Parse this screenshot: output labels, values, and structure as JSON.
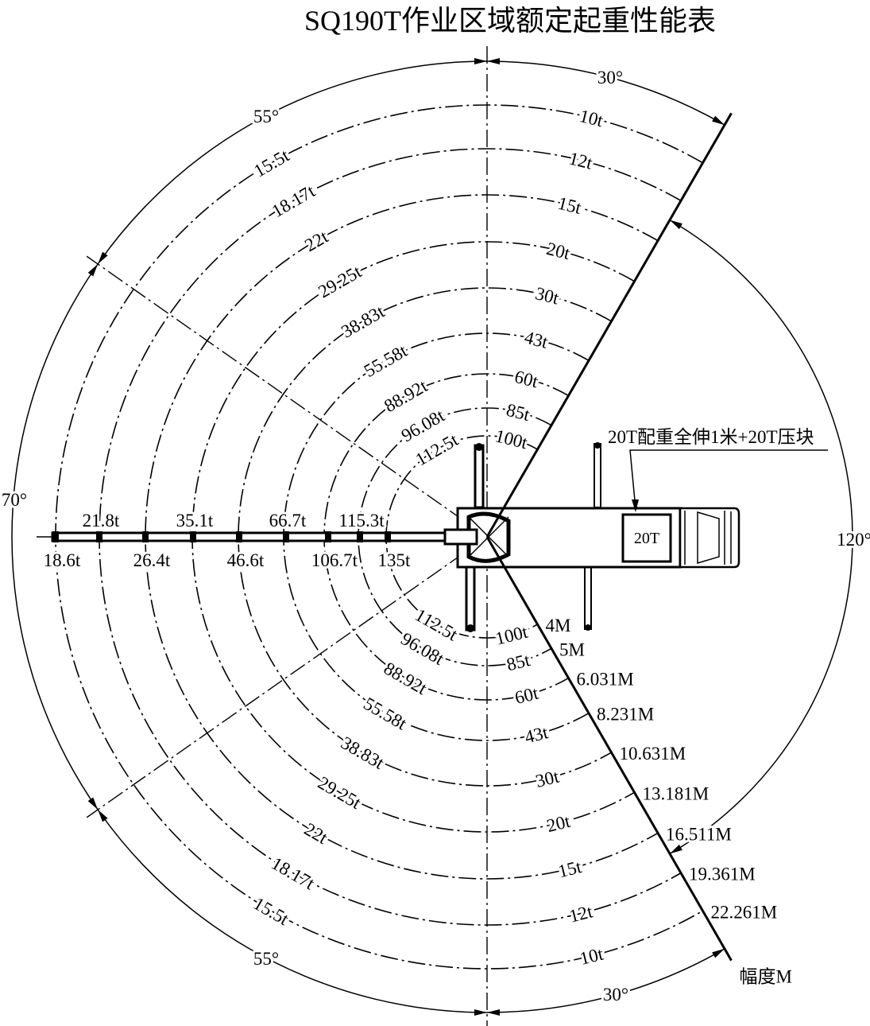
{
  "title": "SQ190T作业区域额定起重性能表",
  "angles": {
    "top_right": "30°",
    "top_left": "55°",
    "front": "70°",
    "bottom_left": "55°",
    "bottom_right": "30°",
    "rear": "120°"
  },
  "loads_right_sector": [
    "10t",
    "12t",
    "15t",
    "20t",
    "30t",
    "43t",
    "60t",
    "85t",
    "100t"
  ],
  "loads_side_sector": [
    "15.5t",
    "18.17t",
    "22t",
    "29.25t",
    "38.83t",
    "55.58t",
    "88.92t",
    "96.08t",
    "112.5t"
  ],
  "loads_front_sector": [
    "18.6t",
    "21.8t",
    "26.4t",
    "35.1t",
    "46.6t",
    "66.7t",
    "106.7t",
    "115.3t",
    "135t"
  ],
  "radii": [
    "22.261M",
    "19.361M",
    "16.511M",
    "13.181M",
    "10.631M",
    "8.231M",
    "6.031M",
    "5M",
    "4M"
  ],
  "radius_axis_label": "幅度M",
  "counterweight_note": "20T配重全伸1米+20T压块",
  "counterweight_box": "20T",
  "colors": {
    "line": "#000000",
    "background": "#ffffff"
  }
}
